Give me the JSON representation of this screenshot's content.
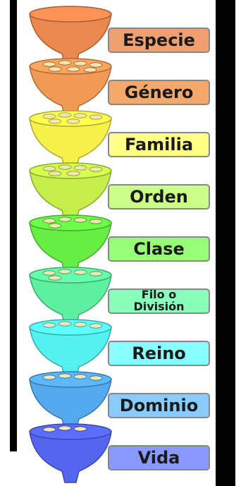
{
  "ranks": [
    {
      "name": "Especie",
      "color": "#f0a070",
      "bowl": "#e9884f"
    },
    {
      "name": "Género",
      "color": "#f5a86a",
      "bowl": "#f29a55"
    },
    {
      "name": "Familia",
      "color": "#ffff88",
      "bowl": "#f7f04a"
    },
    {
      "name": "Orden",
      "color": "#ccff88",
      "bowl": "#c6ee4a"
    },
    {
      "name": "Clase",
      "color": "#99ff77",
      "bowl": "#66ee44"
    },
    {
      "name": "Filo o\nDivisión",
      "color": "#88ffbb",
      "bowl": "#5ef0a0"
    },
    {
      "name": "Reino",
      "color": "#88ffff",
      "bowl": "#55f0f0"
    },
    {
      "name": "Dominio",
      "color": "#88ccff",
      "bowl": "#55aaee"
    },
    {
      "name": "Vida",
      "color": "#8899ff",
      "bowl": "#5566ee"
    }
  ]
}
